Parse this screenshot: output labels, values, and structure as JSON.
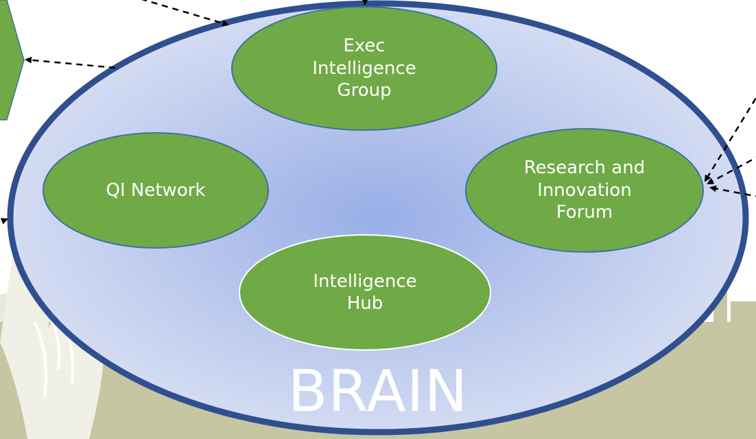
{
  "diagram": {
    "center_label": "BRAIN",
    "nodes": {
      "exec": "Exec\nIntelligence\nGroup",
      "qi": "QI Network",
      "research": "Research and\nInnovation\nForum",
      "hub": "Intelligence\nHub"
    }
  },
  "colors": {
    "node_fill": "#6faa46",
    "node_stroke": "#41719c",
    "brain_stroke": "#2f4f8f",
    "brain_fill_center": "#98aee6",
    "brain_fill_edge": "#d2dbf3",
    "background_olive": "#c4c4a0",
    "background_light": "#eeeee4"
  }
}
